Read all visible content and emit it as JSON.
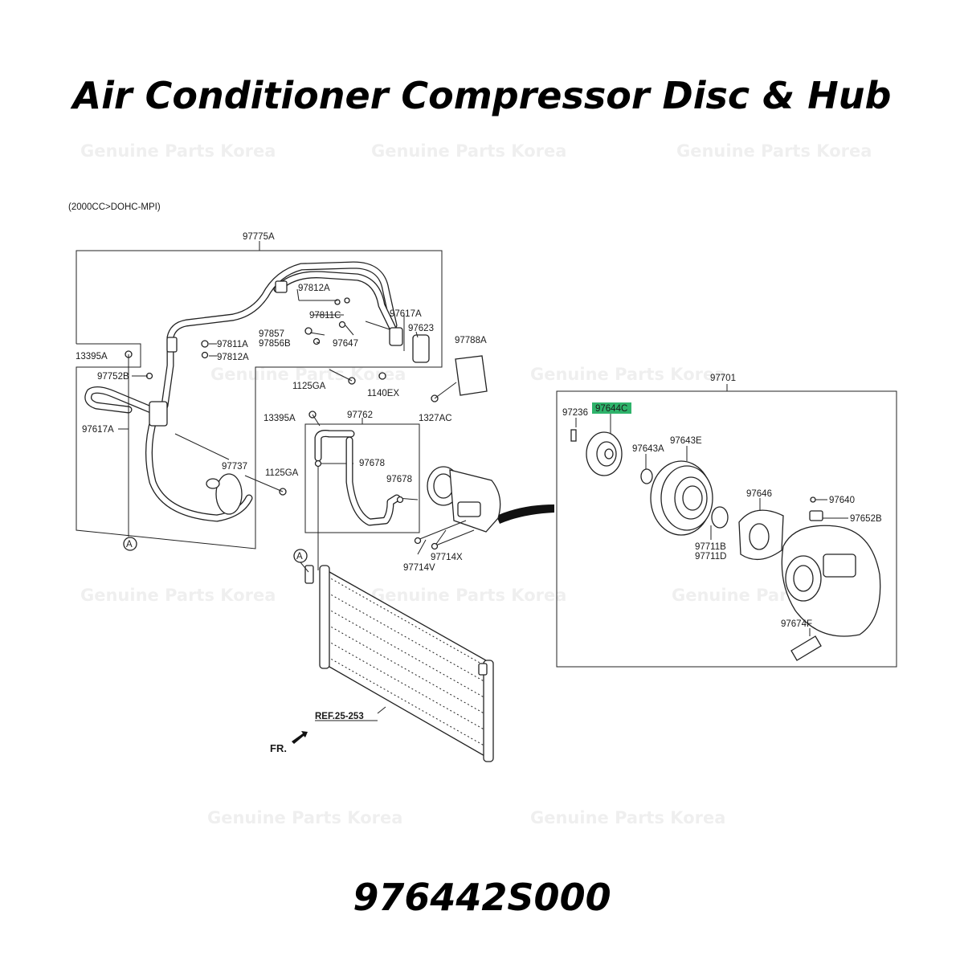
{
  "page": {
    "title": "Air Conditioner Compressor Disc & Hub",
    "part_number": "976442S000",
    "engine_note": "(2000CC>DOHC-MPI)",
    "watermark": "Genuine Parts Korea",
    "highlight_color": "#2fb36b"
  },
  "labels": {
    "l97775A": "97775A",
    "l97812A_top": "97812A",
    "l97811C": "97811C",
    "l97617A_top": "97617A",
    "l97623": "97623",
    "l97857": "97857",
    "l97856B": "97856B",
    "l97647": "97647",
    "l97788A": "97788A",
    "l13395A_left": "13395A",
    "l97811A": "97811A",
    "l97812A_mid": "97812A",
    "l97752B": "97752B",
    "l1125GA_top": "1125GA",
    "l1140EX": "1140EX",
    "l1327AC": "1327AC",
    "l97617A_left": "97617A",
    "l13395A_mid": "13395A",
    "l97762": "97762",
    "l97678_a": "97678",
    "l97678_b": "97678",
    "l97737": "97737",
    "l1125GA_mid": "1125GA",
    "l97714X": "97714X",
    "l97714V": "97714V",
    "l97701": "97701",
    "l97236": "97236",
    "l97644C": "97644C",
    "l97643A": "97643A",
    "l97643E": "97643E",
    "l97646": "97646",
    "l97640": "97640",
    "l97652B": "97652B",
    "l97711B": "97711B",
    "l97711D": "97711D",
    "l97674F": "97674F",
    "ref": "REF.25-253",
    "fr": "FR.",
    "ref_a1": "A",
    "ref_a2": "A"
  }
}
